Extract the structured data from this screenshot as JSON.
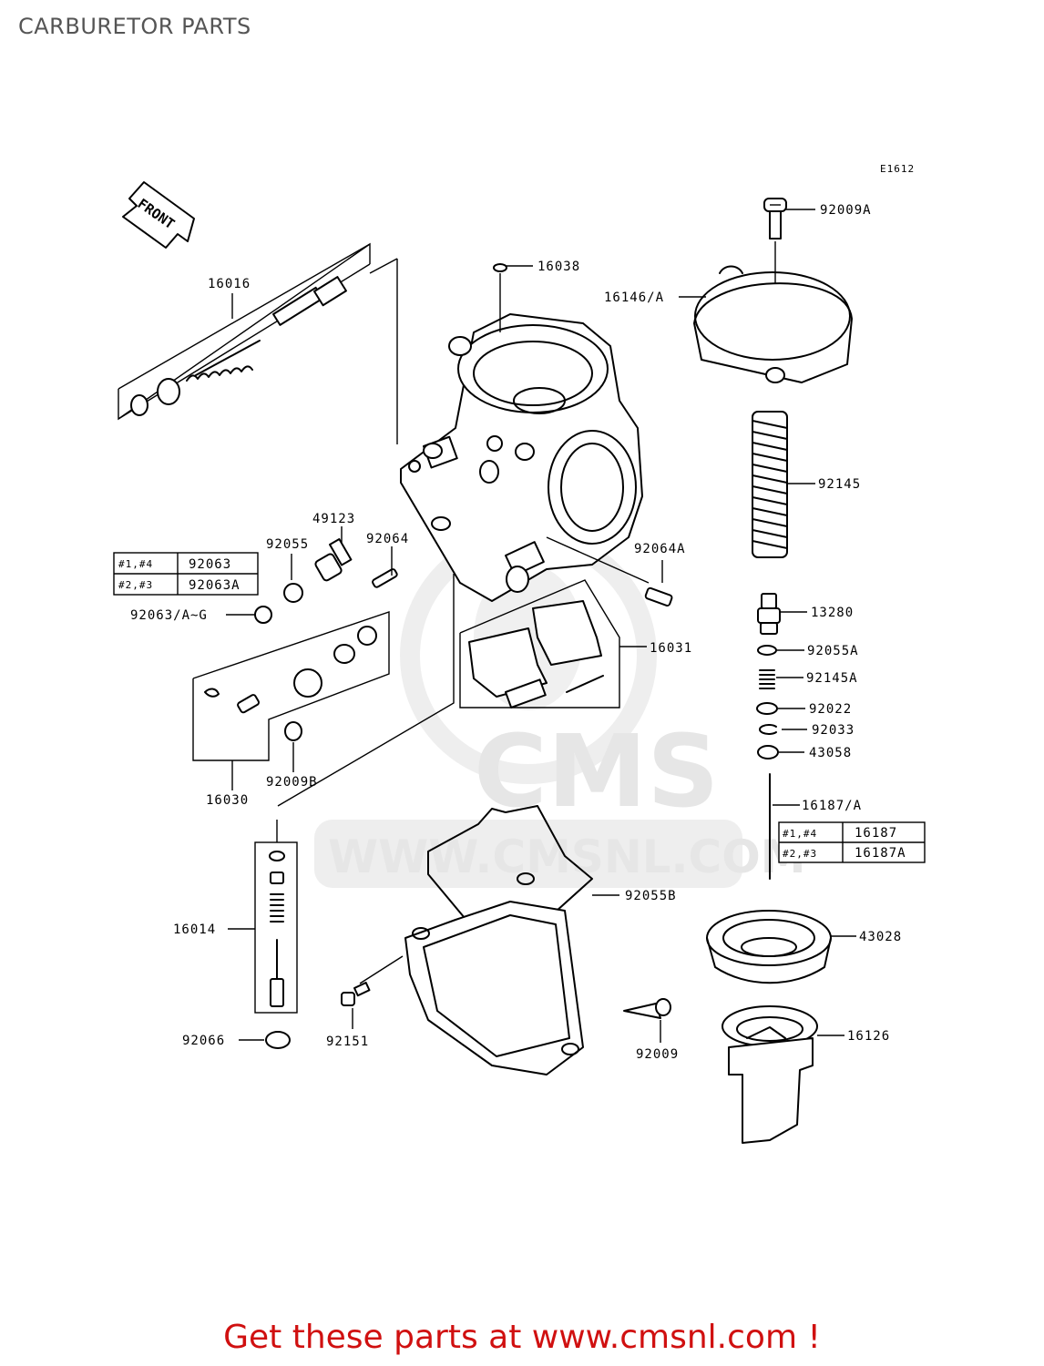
{
  "header": {
    "title": "CARBURETOR PARTS"
  },
  "diagram": {
    "code": "E1612",
    "front_label": "FRONT",
    "parts": [
      {
        "id": "92009A"
      },
      {
        "id": "16038"
      },
      {
        "id": "16146/A"
      },
      {
        "id": "16016"
      },
      {
        "id": "92145"
      },
      {
        "id": "49123"
      },
      {
        "id": "92055"
      },
      {
        "id": "92064"
      },
      {
        "id": "92064A"
      },
      {
        "id": "92063/A~G"
      },
      {
        "id": "13280"
      },
      {
        "id": "16031"
      },
      {
        "id": "92055A"
      },
      {
        "id": "92145A"
      },
      {
        "id": "92022"
      },
      {
        "id": "92033"
      },
      {
        "id": "43058"
      },
      {
        "id": "16030"
      },
      {
        "id": "92009B"
      },
      {
        "id": "16187/A"
      },
      {
        "id": "92055B"
      },
      {
        "id": "16014"
      },
      {
        "id": "43028"
      },
      {
        "id": "16126"
      },
      {
        "id": "92066"
      },
      {
        "id": "92151"
      },
      {
        "id": "92009"
      }
    ],
    "table_left": [
      {
        "cyl": "#1,#4",
        "part": "92063"
      },
      {
        "cyl": "#2,#3",
        "part": "92063A"
      }
    ],
    "table_right": [
      {
        "cyl": "#1,#4",
        "part": "16187"
      },
      {
        "cyl": "#2,#3",
        "part": "16187A"
      }
    ],
    "watermark": {
      "brand": "CMS",
      "url": "WWW.CMSNL.COM"
    }
  },
  "footer": {
    "text": "Get these parts at www.cmsnl.com !",
    "color": "#d01010"
  }
}
